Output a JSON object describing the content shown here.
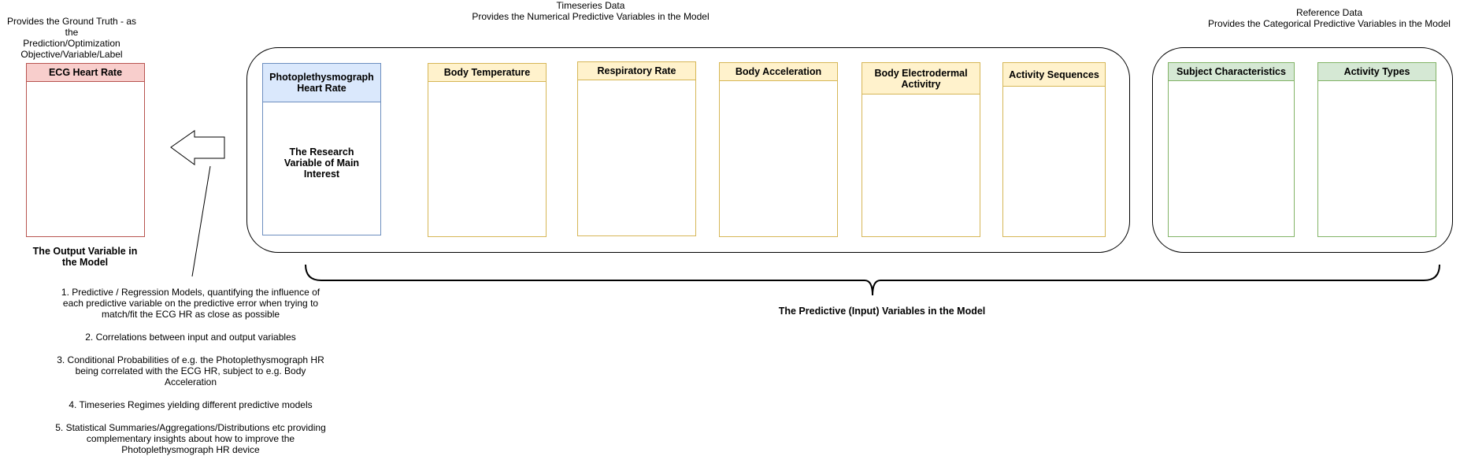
{
  "ground_truth_desc": "Provides the Ground Truth - as the\nPrediction/Optimization\nObjective/Variable/Label",
  "timeseries_header": "Timeseries Data\nProvides the Numerical Predictive Variables in the Model",
  "reference_header": "Reference Data\nProvides the Categorical Predictive Variables in the Model",
  "output": {
    "title": "ECG Heart Rate",
    "caption": "The Output Variable in\nthe Model"
  },
  "timeseries_cards": [
    {
      "title": "Photoplethysmograph\nHeart Rate",
      "body": "The Research\nVariable of Main\nInterest"
    },
    {
      "title": "Body Temperature",
      "body": ""
    },
    {
      "title": "Respiratory Rate",
      "body": ""
    },
    {
      "title": "Body Acceleration",
      "body": ""
    },
    {
      "title": "Body Electrodermal\nActivitry",
      "body": ""
    },
    {
      "title": "Activity Sequences",
      "body": ""
    }
  ],
  "reference_cards": [
    {
      "title": "Subject Characteristics"
    },
    {
      "title": "Activity Types"
    }
  ],
  "predictive_caption": "The Predictive (Input) Variables in the Model",
  "analyses": [
    "1. Predictive / Regression Models, quantifying the influence of\neach predictive variable on the predictive error when trying to\nmatch/fit the ECG HR as close as possible",
    "2. Correlations between input and output variables",
    "3. Conditional Probabilities of e.g. the Photoplethysmograph HR\nbeing correlated with the ECG HR, subject to e.g. Body\nAcceleration",
    "4. Timeseries Regimes yielding different predictive models",
    "5. Statistical Summaries/Aggregations/Distributions etc providing\ncomplementary insights about how to improve the\nPhotoplethysmograph HR device"
  ],
  "colors": {
    "output_fill": "#f8cecc",
    "output_stroke": "#b85450",
    "main_fill": "#dae8fc",
    "main_stroke": "#6c8ebf",
    "ts_fill": "#fff2cc",
    "ts_stroke": "#d6b656",
    "ref_fill": "#d5e8d4",
    "ref_stroke": "#82b366"
  }
}
